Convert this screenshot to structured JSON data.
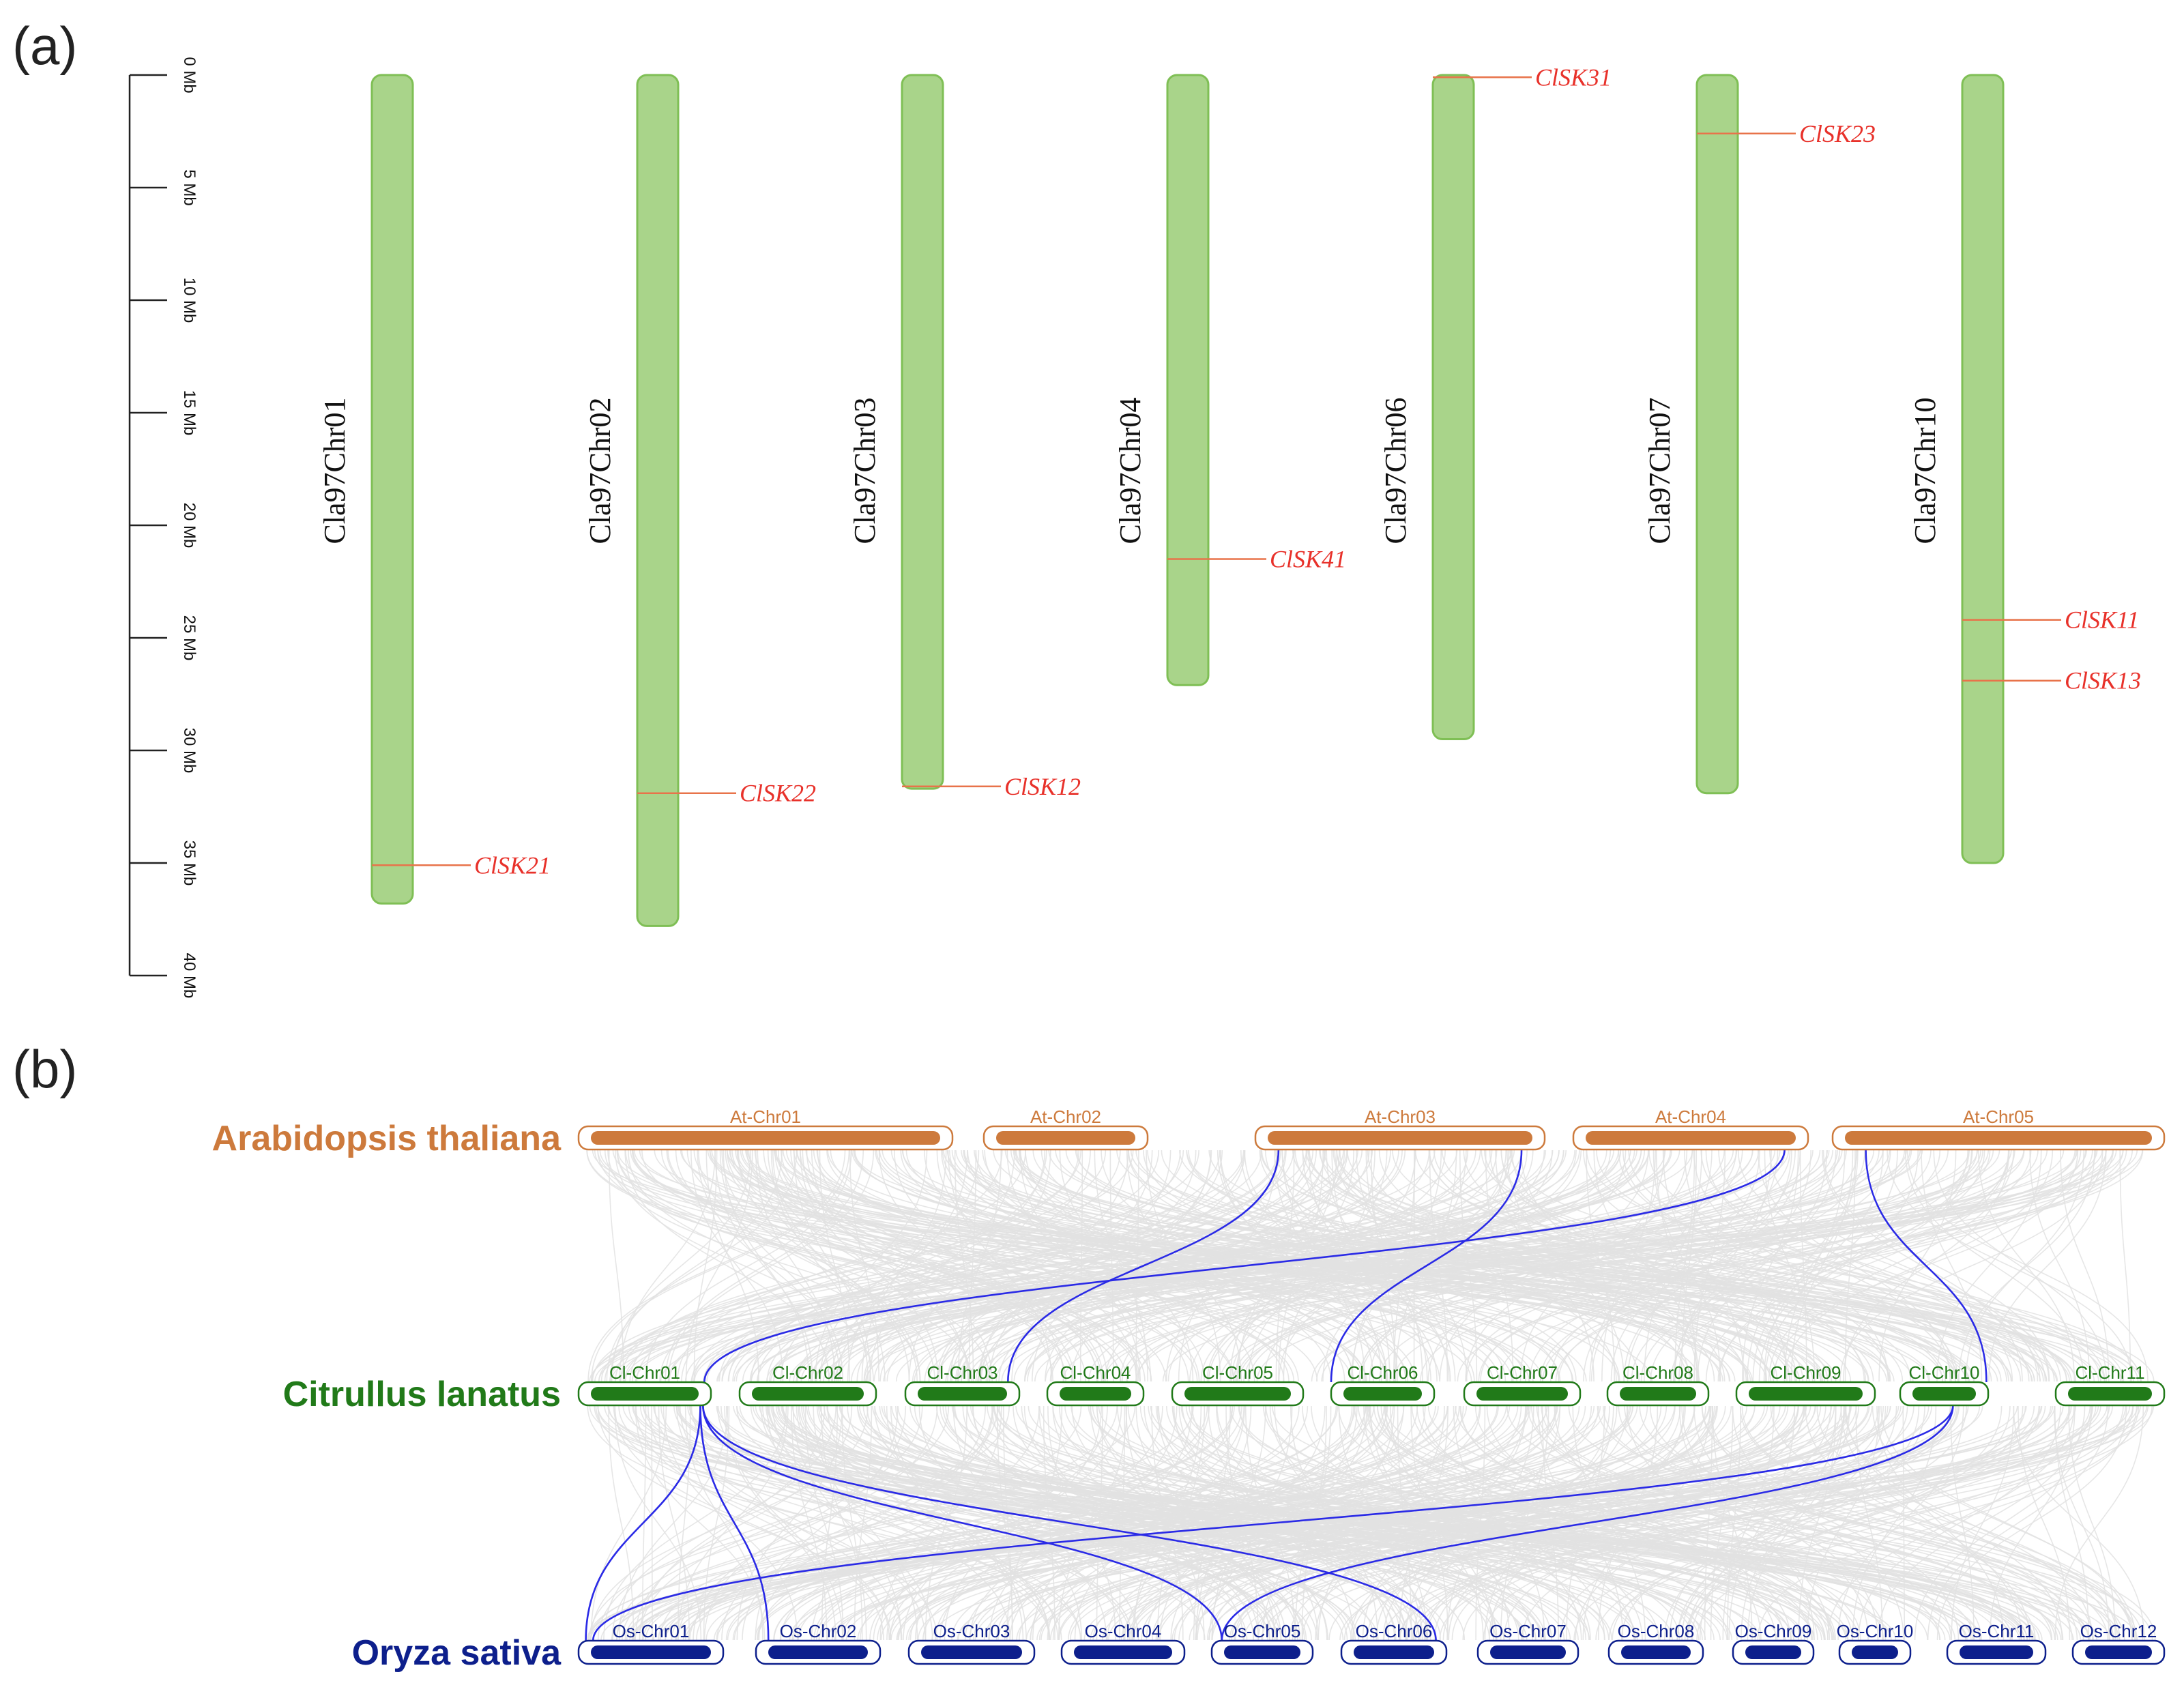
{
  "panel_a": {
    "label": "(a)",
    "scale_ticks": [
      "0 Mb",
      "5 Mb",
      "10 Mb",
      "15 Mb",
      "20 Mb",
      "25 Mb",
      "30 Mb",
      "35 Mb",
      "40 Mb"
    ],
    "colors": {
      "chromosome_fill": "#a9d48a",
      "chromosome_stroke": "#7fbf55",
      "gene_line": "#e8734a",
      "gene_text": "#e8312a"
    },
    "chromosomes": [
      {
        "name": "Cla97Chr01",
        "length_mb": 36.8,
        "genes": [
          {
            "name": "ClSK21",
            "pos_mb": 35.1
          }
        ]
      },
      {
        "name": "Cla97Chr02",
        "length_mb": 37.8,
        "genes": [
          {
            "name": "ClSK22",
            "pos_mb": 31.9
          }
        ]
      },
      {
        "name": "Cla97Chr03",
        "length_mb": 31.7,
        "genes": [
          {
            "name": "ClSK12",
            "pos_mb": 31.6
          }
        ]
      },
      {
        "name": "Cla97Chr04",
        "length_mb": 27.1,
        "genes": [
          {
            "name": "ClSK41",
            "pos_mb": 21.5
          }
        ]
      },
      {
        "name": "Cla97Chr06",
        "length_mb": 29.5,
        "genes": [
          {
            "name": "ClSK31",
            "pos_mb": 0.1
          }
        ]
      },
      {
        "name": "Cla97Chr07",
        "length_mb": 31.9,
        "genes": [
          {
            "name": "ClSK23",
            "pos_mb": 2.6
          }
        ]
      },
      {
        "name": "Cla97Chr10",
        "length_mb": 35.0,
        "genes": [
          {
            "name": "ClSK11",
            "pos_mb": 24.2
          },
          {
            "name": "ClSK13",
            "pos_mb": 26.9
          }
        ]
      }
    ]
  },
  "panel_b": {
    "label": "(b)",
    "species": [
      {
        "name": "Arabidopsis thaliana",
        "color": "#cd7a3c",
        "chromosomes": [
          "At-Chr01",
          "At-Chr02",
          "At-Chr03",
          "At-Chr04",
          "At-Chr05"
        ]
      },
      {
        "name": "Citrullus lanatus",
        "color": "#217a19",
        "chromosomes": [
          "Cl-Chr01",
          "Cl-Chr02",
          "Cl-Chr03",
          "Cl-Chr04",
          "Cl-Chr05",
          "Cl-Chr06",
          "Cl-Chr07",
          "Cl-Chr08",
          "Cl-Chr09",
          "Cl-Chr10",
          "Cl-Chr11"
        ]
      },
      {
        "name": "Oryza sativa",
        "color": "#0d1f8c",
        "chromosomes": [
          "Os-Chr01",
          "Os-Chr02",
          "Os-Chr03",
          "Os-Chr04",
          "Os-Chr05",
          "Os-Chr06",
          "Os-Chr07",
          "Os-Chr08",
          "Os-Chr09",
          "Os-Chr10",
          "Os-Chr11",
          "Os-Chr12"
        ]
      }
    ],
    "colors": {
      "background_link": "#e2e2e2",
      "highlight_link": "#2a2ae6"
    },
    "highlighted_links": [
      {
        "from": "At-Chr03",
        "to": "Cl-Chr03"
      },
      {
        "from": "At-Chr03",
        "to": "Cl-Chr06"
      },
      {
        "from": "At-Chr04",
        "to": "Cl-Chr01"
      },
      {
        "from": "At-Chr05",
        "to": "Cl-Chr10"
      },
      {
        "from": "Cl-Chr01",
        "to": "Os-Chr01"
      },
      {
        "from": "Cl-Chr01",
        "to": "Os-Chr02"
      },
      {
        "from": "Cl-Chr01",
        "to": "Os-Chr05"
      },
      {
        "from": "Cl-Chr01",
        "to": "Os-Chr06"
      },
      {
        "from": "Cl-Chr10",
        "to": "Os-Chr01"
      },
      {
        "from": "Cl-Chr10",
        "to": "Os-Chr05"
      }
    ]
  }
}
